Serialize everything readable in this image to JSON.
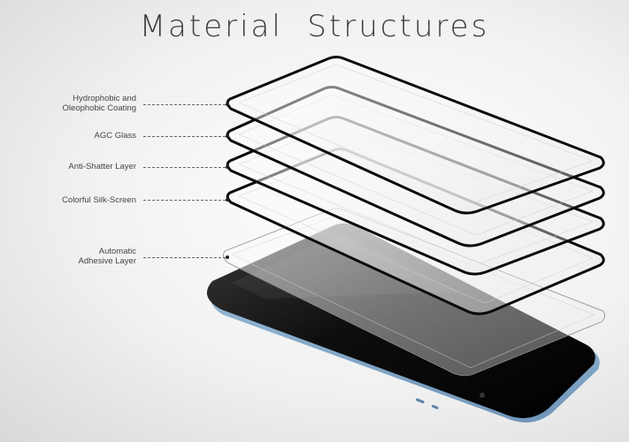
{
  "title": "Material  Structures",
  "layers": [
    {
      "name": "hydrophobic-oleophobic-coating",
      "label_lines": [
        "Hydrophobic and",
        "Oleophobic Coating"
      ]
    },
    {
      "name": "agc-glass",
      "label_lines": [
        "AGC Glass"
      ]
    },
    {
      "name": "anti-shatter-layer",
      "label_lines": [
        "Anti-Shatter Layer"
      ]
    },
    {
      "name": "colorful-silk-screen",
      "label_lines": [
        "Colorful Silk-Screen"
      ]
    },
    {
      "name": "automatic-adhesive-layer",
      "label_lines": [
        "Automatic",
        "Adhesive Layer"
      ]
    }
  ],
  "colors": {
    "title_text": "#3c3c3c",
    "label_text": "#444444",
    "frame_black": "#0a0a0a",
    "phone_blue": "#8fb4d3"
  }
}
